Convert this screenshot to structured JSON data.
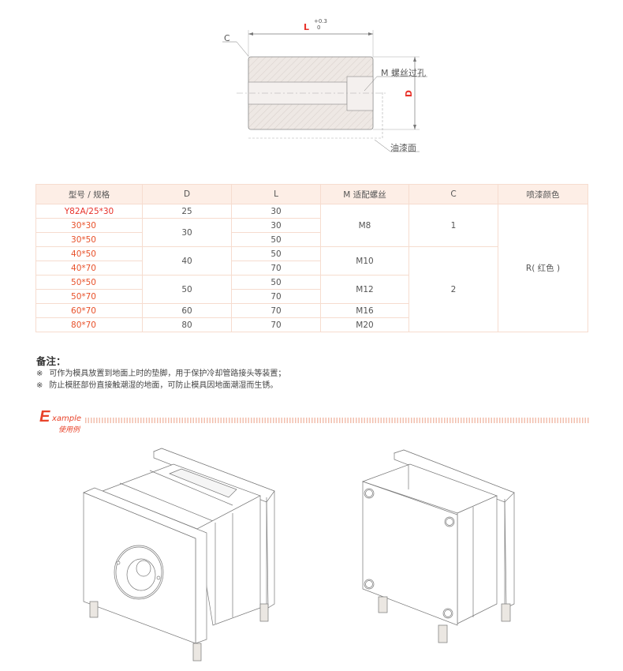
{
  "drawing": {
    "label_c": "C",
    "label_l": "L",
    "tol_upper": "+0.3",
    "tol_lower": "0",
    "label_m": "M 螺丝过孔",
    "label_d": "D",
    "label_paint": "油漆面"
  },
  "table": {
    "headers": [
      "型号 / 规格",
      "D",
      "L",
      "M 适配螺丝",
      "C",
      "喷漆颜色"
    ],
    "rows": [
      {
        "model": "Y82A/25*30",
        "d": "25",
        "l": "30"
      },
      {
        "model": "30*30",
        "d": "30",
        "l": "30"
      },
      {
        "model": "30*50",
        "l": "50"
      },
      {
        "model": "40*50",
        "d": "40",
        "l": "50"
      },
      {
        "model": "40*70",
        "l": "70"
      },
      {
        "model": "50*50",
        "d": "50",
        "l": "50"
      },
      {
        "model": "50*70",
        "l": "70"
      },
      {
        "model": "60*70",
        "d": "60",
        "l": "70"
      },
      {
        "model": "80*70",
        "d": "80",
        "l": "70"
      }
    ],
    "m_groups": [
      "M8",
      "M10",
      "M12",
      "M16",
      "M20"
    ],
    "c_groups": [
      "1",
      "2"
    ],
    "color": "R( 红色 )"
  },
  "notes": {
    "title": "备注：",
    "mark": "※",
    "items": [
      "可作为模具放置到地面上时的垫脚，用于保护冷却管路接头等装置；",
      "防止模胚部份直接触潮湿的地面，可防止模具因地面潮湿而生锈。"
    ]
  },
  "example": {
    "e": "E",
    "xample": "xample",
    "cn": "使用例"
  },
  "colors": {
    "accent": "#e8432a",
    "header_bg": "#fdeee6",
    "border": "#f6dccf"
  }
}
